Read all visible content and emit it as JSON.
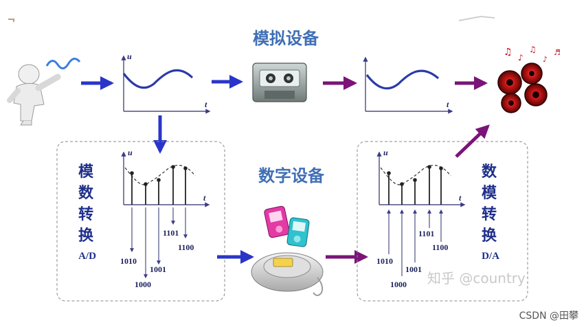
{
  "labels": {
    "analog_device": "模拟设备",
    "digital_device": "数字设备",
    "ad_chars": [
      "模",
      "数",
      "转",
      "换"
    ],
    "da_chars": [
      "数",
      "模",
      "转",
      "换"
    ],
    "ad_abbr": "A/D",
    "da_abbr": "D/A",
    "axis_u": "u",
    "axis_t": "t"
  },
  "codes": [
    "1010",
    "1000",
    "1001",
    "1101",
    "1100"
  ],
  "watermark": {
    "zhihu": "知乎 @country",
    "csdn": "CSDN @田攀"
  },
  "colors": {
    "blue_arrow": "#2a35c8",
    "purple_arrow": "#7a1478",
    "wave": "#2b3aa8",
    "title": "#3f6fb5"
  }
}
